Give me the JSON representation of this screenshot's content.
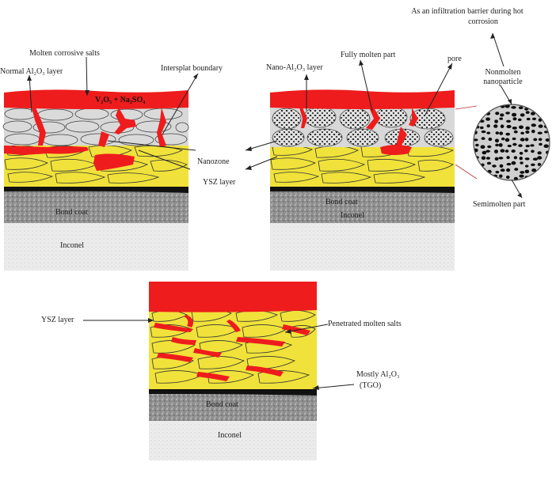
{
  "labels": {
    "molten_salts": "Molten corrosive salts",
    "normal_al2o3": "Normal Al₂O₃ layer",
    "v2o5": "V₂O₅ + Na₂SO₄",
    "intersplat": "Intersplat  boundary",
    "nanozone": "Nanozone",
    "ysz_top_left": "YSZ layer",
    "bond_left": "Bond coat",
    "inconel_left": "Inconel",
    "nano_al2o3": "Nano-Al₂O₃ layer",
    "fully_molten": "Fully molten part",
    "pore": "pore",
    "barrier_line1": "As an infiltration barrier during hot",
    "barrier_line2": "corrosion",
    "nonmolten_line1": "Nonmolten",
    "nonmolten_line2": "nanoparticle",
    "semimolten": "Semimolten part",
    "bond_right": "Bond coat",
    "inconel_right": "Inconel",
    "ysz_bottom": "YSZ layer",
    "penetrated": "Penetrated molten salts",
    "mostly_line1": "Mostly Al₂O₃",
    "mostly_line2": "(TGO)",
    "bond_bottom": "Bond coat",
    "inconel_bottom": "Inconel"
  },
  "colors": {
    "salt": "#ee1c1c",
    "ysz": "#f0e23a",
    "al2o3": "#d8d8d8",
    "tgo": "#111111",
    "bond_coat": "#9a9a9a",
    "inconel": "#e6e6e6"
  }
}
